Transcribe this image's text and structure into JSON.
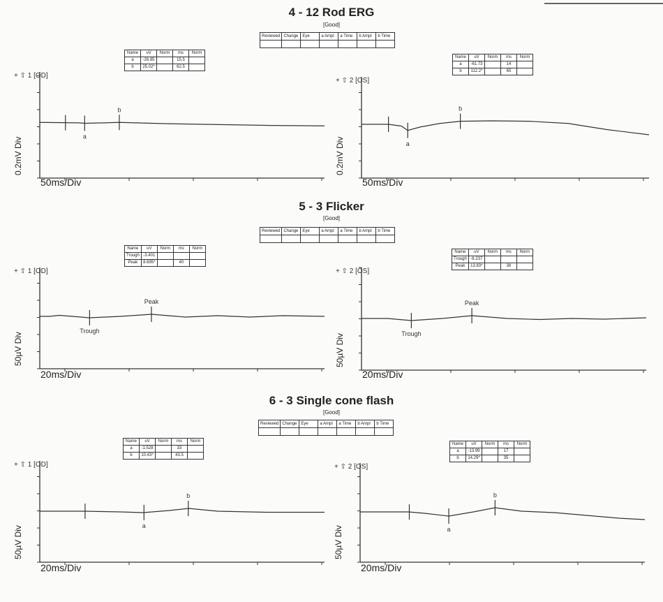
{
  "review_headers": [
    "Reviewed",
    "Change",
    "Eye",
    "a Ampl",
    "a Time",
    "b Ampl",
    "b Time"
  ],
  "result_headers": [
    "Name",
    "uV",
    "Norm",
    "ms",
    "Norm"
  ],
  "colors": {
    "ink": "#222222",
    "paper": "#fbfbf9"
  },
  "chart_data": [
    {
      "type": "line",
      "title": "4 - 12 Rod ERG",
      "status": "[Good]",
      "panels": [
        {
          "eye_label": "+ ⇧ 1 [OD]",
          "y_scale": "0.2mV Div",
          "x_scale": "50ms/Div",
          "xlim": [
            -20,
            202
          ],
          "ylim": [
            -640,
            580
          ],
          "rows": [
            [
              "a",
              "-26.85",
              "",
              "15.5",
              ""
            ],
            [
              "b",
              "25.02*",
              "",
              "62.5",
              ""
            ]
          ],
          "trace": [
            [
              -20,
              0
            ],
            [
              10,
              -5
            ],
            [
              15,
              -10
            ],
            [
              30,
              -5
            ],
            [
              42,
              0
            ],
            [
              80,
              -15
            ],
            [
              120,
              -25
            ],
            [
              160,
              -35
            ],
            [
              202,
              -40
            ]
          ],
          "markers": [
            {
              "t": 0,
              "label": "",
              "pos": "none"
            },
            {
              "t": 15,
              "label": "a",
              "pos": "below"
            },
            {
              "t": 42,
              "label": "b",
              "pos": "above"
            }
          ]
        },
        {
          "eye_label": "+ ⇧ 2 [OS]",
          "y_scale": "0.2mV Div",
          "x_scale": "50ms/Div",
          "xlim": [
            -21,
            203
          ],
          "ylim": [
            -616,
            544
          ],
          "rows": [
            [
              "a",
              "-61.73",
              "",
              "14",
              ""
            ],
            [
              "b",
              "112.2*",
              "",
              "65",
              ""
            ]
          ],
          "trace": [
            [
              -21,
              0
            ],
            [
              0,
              0
            ],
            [
              10,
              -20
            ],
            [
              15,
              -70
            ],
            [
              25,
              -30
            ],
            [
              40,
              10
            ],
            [
              56,
              35
            ],
            [
              80,
              40
            ],
            [
              110,
              35
            ],
            [
              140,
              10
            ],
            [
              170,
              -60
            ],
            [
              203,
              -120
            ]
          ],
          "markers": [
            {
              "t": 0,
              "label": "",
              "pos": "none"
            },
            {
              "t": 15,
              "label": "a",
              "pos": "below"
            },
            {
              "t": 56,
              "label": "b",
              "pos": "above"
            }
          ]
        }
      ]
    },
    {
      "type": "line",
      "title": "5 - 3 Flicker",
      "status": "[Good]",
      "panels": [
        {
          "eye_label": "+ ⇧ 1 [OD]",
          "y_scale": "50µV Div",
          "x_scale": "20ms/Div",
          "xlim": [
            0,
            88
          ],
          "ylim": [
            -150,
            140
          ],
          "rows": [
            [
              "Trough",
              "-3.401",
              "",
              "",
              ""
            ],
            [
              "Peak",
              "8.695*",
              "",
              "40",
              ""
            ]
          ],
          "trace": [
            [
              0,
              0
            ],
            [
              3,
              0
            ],
            [
              6,
              3
            ],
            [
              10,
              0
            ],
            [
              15.4,
              -4
            ],
            [
              25,
              0
            ],
            [
              34.5,
              6
            ],
            [
              45,
              -2
            ],
            [
              55,
              2
            ],
            [
              65,
              -2
            ],
            [
              75,
              2
            ],
            [
              88,
              0
            ]
          ],
          "markers": [
            {
              "t": 15.4,
              "label": "Trough",
              "pos": "below"
            },
            {
              "t": 34.5,
              "label": "Peak",
              "pos": "above"
            }
          ]
        },
        {
          "eye_label": "+ ⇧ 2 [OS]",
          "y_scale": "50µV Div",
          "x_scale": "20ms/Div",
          "xlim": [
            0,
            88
          ],
          "ylim": [
            -148,
            146
          ],
          "rows": [
            [
              "Trough",
              "-6.237",
              "",
              "",
              ""
            ],
            [
              "Peak",
              "13.83*",
              "",
              "38",
              ""
            ]
          ],
          "trace": [
            [
              0,
              0
            ],
            [
              8,
              0
            ],
            [
              15.4,
              -6
            ],
            [
              25,
              0
            ],
            [
              34.1,
              8
            ],
            [
              45,
              0
            ],
            [
              55,
              -3
            ],
            [
              65,
              0
            ],
            [
              75,
              -2
            ],
            [
              88,
              2
            ]
          ],
          "markers": [
            {
              "t": 15.4,
              "label": "Trough",
              "pos": "below"
            },
            {
              "t": 34.1,
              "label": "Peak",
              "pos": "above"
            }
          ]
        }
      ]
    },
    {
      "type": "line",
      "title": "6 - 3 Single cone flash",
      "status": "[Good]",
      "panels": [
        {
          "eye_label": "+ ⇧ 1 [OD]",
          "y_scale": "50µV Div",
          "x_scale": "20ms/Div",
          "xlim": [
            0,
            88
          ],
          "ylim": [
            -146,
            144
          ],
          "rows": [
            [
              "a",
              "-1.528",
              "",
              "33",
              ""
            ],
            [
              "b",
              "10.43*",
              "",
              "43.5",
              ""
            ]
          ],
          "trace": [
            [
              0,
              0
            ],
            [
              14,
              0
            ],
            [
              25,
              -2
            ],
            [
              32,
              -4
            ],
            [
              40,
              2
            ],
            [
              46,
              8
            ],
            [
              55,
              0
            ],
            [
              70,
              -3
            ],
            [
              88,
              -3
            ]
          ],
          "markers": [
            {
              "t": 14,
              "label": "",
              "pos": "none"
            },
            {
              "t": 32.2,
              "label": "a",
              "pos": "below"
            },
            {
              "t": 45.9,
              "label": "b",
              "pos": "above"
            }
          ]
        },
        {
          "eye_label": "+ ⇧ 2 [OS]",
          "y_scale": "50µV Div",
          "x_scale": "20ms/Div",
          "xlim": [
            0,
            88
          ],
          "ylim": [
            -144,
            140
          ],
          "rows": [
            [
              "a",
              "-13.99",
              "",
              "17",
              ""
            ],
            [
              "b",
              "14.29*",
              "",
              "35",
              ""
            ]
          ],
          "trace": [
            [
              0,
              0
            ],
            [
              15,
              0
            ],
            [
              20,
              -4
            ],
            [
              27.4,
              -12
            ],
            [
              35,
              0
            ],
            [
              41.7,
              12
            ],
            [
              50,
              2
            ],
            [
              60,
              -2
            ],
            [
              70,
              -10
            ],
            [
              80,
              -18
            ],
            [
              88,
              -22
            ]
          ],
          "markers": [
            {
              "t": 15.2,
              "label": "",
              "pos": "none"
            },
            {
              "t": 27.4,
              "label": "a",
              "pos": "below"
            },
            {
              "t": 41.7,
              "label": "b",
              "pos": "above"
            }
          ]
        }
      ]
    }
  ]
}
